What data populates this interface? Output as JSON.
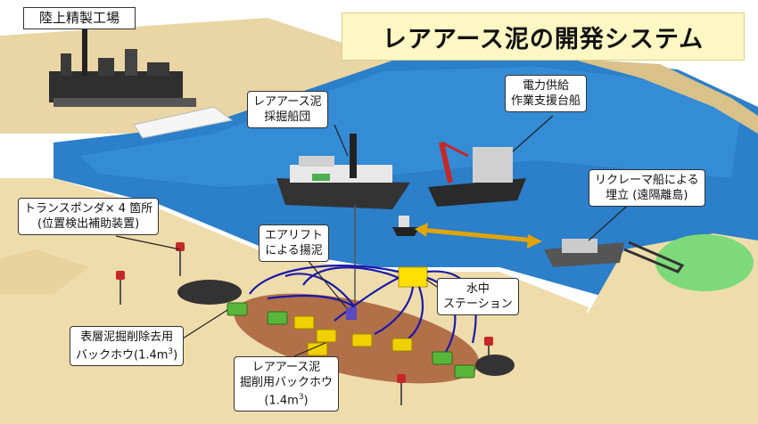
{
  "title": "レアアース泥の開発システム",
  "labels": {
    "refinery": "陸上精製工場",
    "mining_fleet": [
      "レアアース泥",
      "採掘船団"
    ],
    "power_ship": [
      "電力供給",
      "作業支援台船"
    ],
    "reclaimer": [
      "リクレーマ船による",
      "埋立 (遠隔離島)"
    ],
    "transponder": [
      "トランスポンダ× 4 箇所",
      "(位置検出補助装置)"
    ],
    "airlift": [
      "エアリフト",
      "による揚泥"
    ],
    "station": [
      "水中",
      "ステーション"
    ],
    "surface_backhoe": [
      "表層泥掘削除去用",
      "バックホウ(1.4m",
      "3",
      ")"
    ],
    "mining_backhoe": [
      "レアアース泥",
      "掘削用バックホウ",
      "(1.4m",
      "3",
      ")"
    ]
  },
  "colors": {
    "sea": "#2c7fc9",
    "sand": "#efdcab",
    "title_bg": "#fdf7c3",
    "mud": "#a0522d",
    "arrow": "#e2a400"
  }
}
